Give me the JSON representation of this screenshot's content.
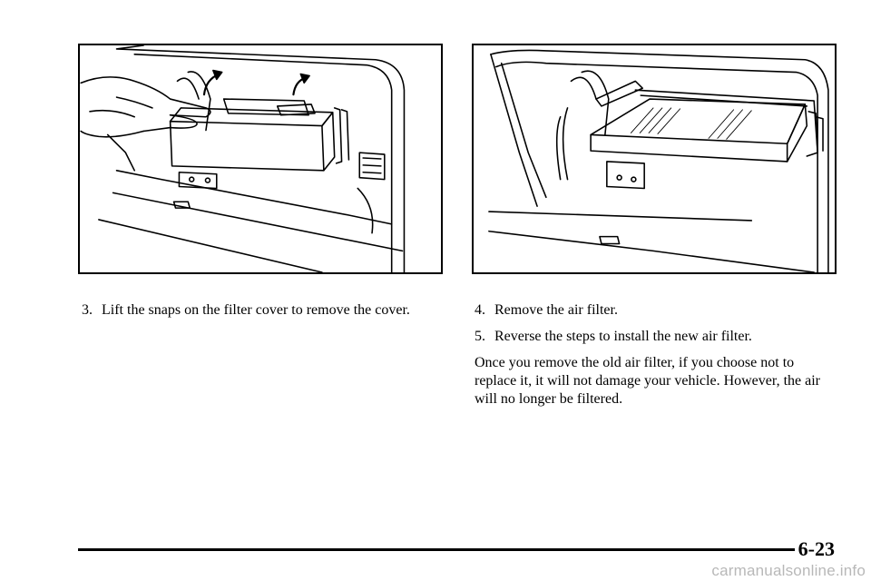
{
  "steps": {
    "step3": {
      "number": "3.",
      "text": "Lift the snaps on the filter cover to remove the cover."
    },
    "step4": {
      "number": "4.",
      "text": "Remove the air filter."
    },
    "step5": {
      "number": "5.",
      "text": "Reverse the steps to install the new air filter."
    }
  },
  "note": "Once you remove the old air filter, if you choose not to replace it, it will not damage your vehicle. However, the air will no longer be filtered.",
  "footer": {
    "page_number": "6-23"
  },
  "watermark": "carmanualsonline.info",
  "figures": {
    "left": {
      "description_icon": "hand-lifting-filter-cover-illustration"
    },
    "right": {
      "description_icon": "air-filter-removal-illustration"
    }
  }
}
